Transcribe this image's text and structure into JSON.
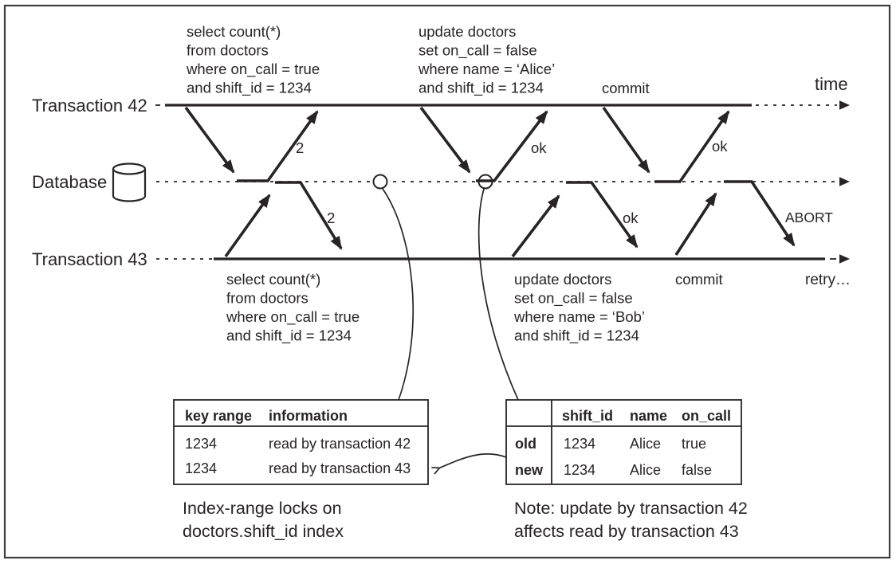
{
  "diagram": {
    "lanes": {
      "t42_label": "Transaction 42",
      "db_label": "Database",
      "t43_label": "Transaction 43"
    },
    "time_label": "time",
    "t42": {
      "select_sql": [
        "select count(*)",
        "from doctors",
        "where on_call = true",
        "and shift_id = 1234"
      ],
      "select_result": "2",
      "update_sql": [
        "update doctors",
        "set on_call = false",
        "where name = ‘Alice’",
        "and shift_id = 1234"
      ],
      "update_result": "ok",
      "commit_label": "commit",
      "commit_result": "ok"
    },
    "t43": {
      "select_sql": [
        "select count(*)",
        "from doctors",
        "where on_call = true",
        "and shift_id = 1234"
      ],
      "select_result": "2",
      "update_sql": [
        "update doctors",
        "set on_call = false",
        "where name = ‘Bob’",
        "and shift_id = 1234"
      ],
      "update_result": "ok",
      "commit_label": "commit",
      "commit_result": "ABORT",
      "retry_label": "retry…"
    },
    "lock_table": {
      "headers": [
        "key range",
        "information"
      ],
      "rows": [
        [
          "1234",
          "read by transaction 42"
        ],
        [
          "1234",
          "read by transaction 43"
        ]
      ],
      "caption": [
        "Index-range locks on",
        "doctors.shift_id index"
      ]
    },
    "row_table": {
      "headers": [
        "shift_id",
        "name",
        "on_call"
      ],
      "rows": [
        [
          "old",
          "1234",
          "Alice",
          "true"
        ],
        [
          "new",
          "1234",
          "Alice",
          "false"
        ]
      ],
      "caption": [
        "Note: update by transaction 42",
        "affects read by transaction 43"
      ]
    },
    "colors": {
      "ink": "#282425",
      "background": "#ffffff",
      "border": "#3d3d3d"
    }
  }
}
